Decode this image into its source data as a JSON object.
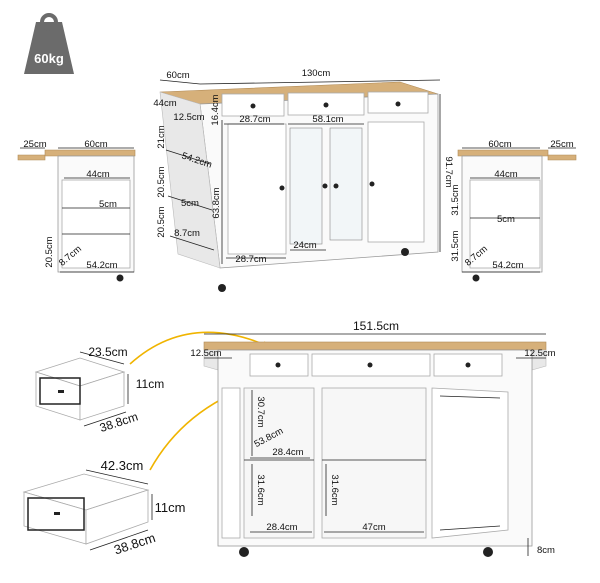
{
  "weight_badge": {
    "label": "60kg"
  },
  "colors": {
    "countertop": "#d6b07a",
    "body": "#fafafa",
    "arrow": "#f0b400",
    "badge": "#6b6b6b"
  },
  "top_view": {
    "depth": "60cm",
    "width": "130cm",
    "side_depth": "44cm",
    "drawer_height": "16.4cm",
    "shelf_offset": "12.5cm",
    "shelf_height": "21cm",
    "shelf_depth": "54.2cm",
    "shelf_gap_a": "20.5cm",
    "shelf_gap_b": "5cm",
    "shelf_gap_c": "20.5cm",
    "shelf_bottom": "8.7cm",
    "cabinet_height": "63.8cm",
    "drawer_left": "28.7cm",
    "drawer_mid": "58.1cm",
    "bottom_left": "28.7cm",
    "bottom_mid": "24cm",
    "total_height": "91.7cm"
  },
  "left_view": {
    "flap": "25cm",
    "depth": "60cm",
    "inner": "44cm",
    "gap": "5cm",
    "low_height": "20.5cm",
    "low_depth": "8.7cm",
    "bottom_depth": "54.2cm"
  },
  "right_view": {
    "depth": "60cm",
    "flap": "25cm",
    "inner": "44cm",
    "upper": "31.5cm",
    "gap": "5cm",
    "lower": "31.5cm",
    "low_depth": "8.7cm",
    "bottom_depth": "54.2cm"
  },
  "small_drawer": {
    "width": "23.5cm",
    "height": "11cm",
    "depth": "38.8cm"
  },
  "large_drawer": {
    "width": "42.3cm",
    "height": "11cm",
    "depth": "38.8cm"
  },
  "front_view": {
    "total_width": "151.5cm",
    "flap_left": "12.5cm",
    "flap_right": "12.5cm",
    "shelf_height": "30.7cm",
    "shelf_depth": "53.8cm",
    "shelf_width": "28.4cm",
    "lower_height_left": "31.6cm",
    "lower_height_mid": "31.6cm",
    "bottom_left": "28.4cm",
    "bottom_mid": "47cm",
    "leg": "8cm"
  }
}
